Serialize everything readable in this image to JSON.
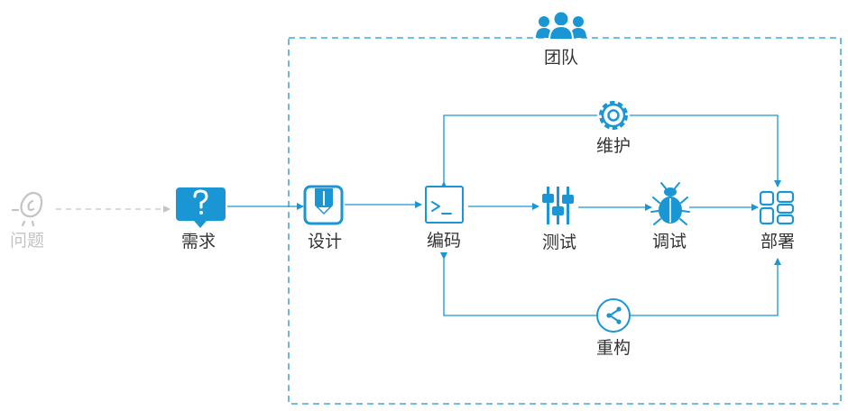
{
  "colors": {
    "primary": "#1a96d4",
    "muted": "#c4c4c4",
    "text": "#333333"
  },
  "team": {
    "label": "团队",
    "icon": "team-icon"
  },
  "nodes": {
    "problem": {
      "label": "问题",
      "icon": "lightbulb-icon"
    },
    "require": {
      "label": "需求",
      "icon": "question-icon"
    },
    "design": {
      "label": "设计",
      "icon": "pen-icon"
    },
    "code": {
      "label": "编码",
      "icon": "terminal-icon"
    },
    "test": {
      "label": "测试",
      "icon": "sliders-icon"
    },
    "debug": {
      "label": "调试",
      "icon": "bug-icon"
    },
    "deploy": {
      "label": "部署",
      "icon": "grid-icon"
    },
    "maintain": {
      "label": "维护",
      "icon": "gear-icon"
    },
    "refactor": {
      "label": "重构",
      "icon": "share-icon"
    }
  },
  "edges": [
    {
      "from": "问题",
      "to": "需求",
      "style": "dashed"
    },
    {
      "from": "需求",
      "to": "设计"
    },
    {
      "from": "设计",
      "to": "编码"
    },
    {
      "from": "编码",
      "to": "测试"
    },
    {
      "from": "测试",
      "to": "调试"
    },
    {
      "from": "调试",
      "to": "部署"
    },
    {
      "from": "部署",
      "to": "编码",
      "via": "维护"
    },
    {
      "from": "编码",
      "to": "部署",
      "via": "重构"
    }
  ]
}
